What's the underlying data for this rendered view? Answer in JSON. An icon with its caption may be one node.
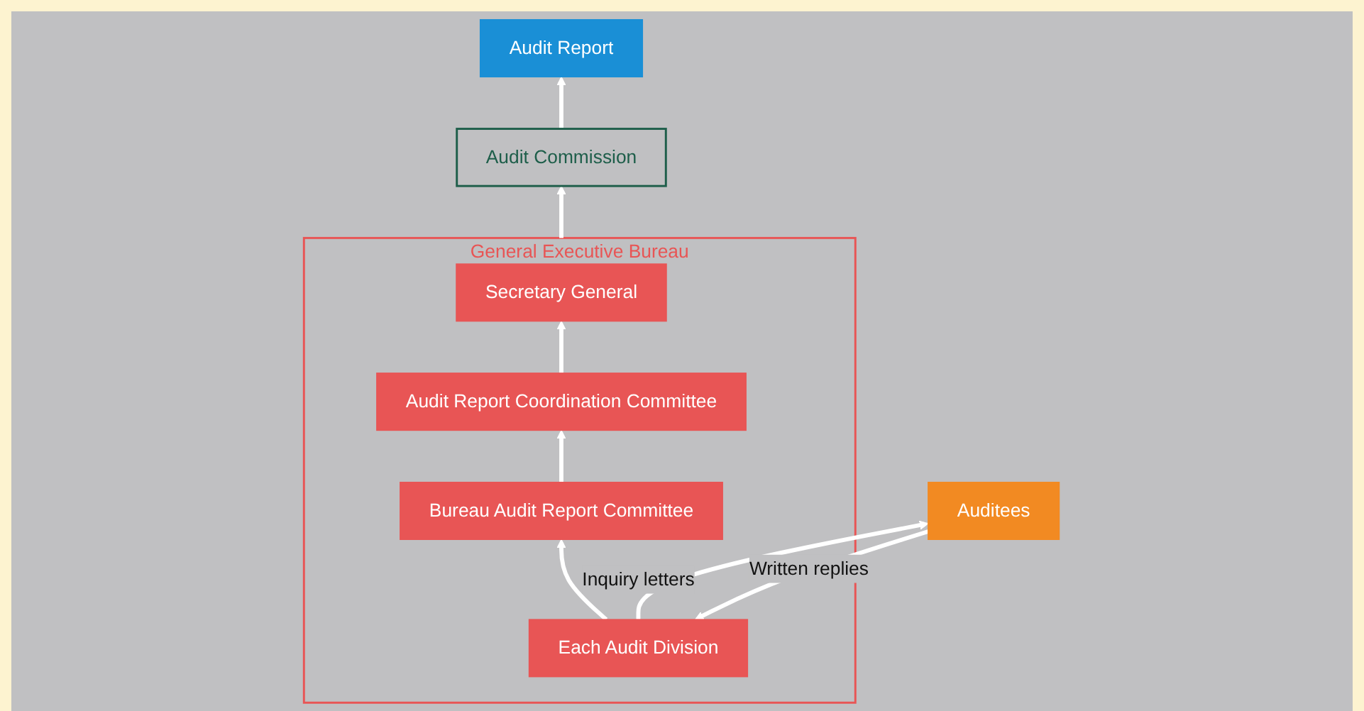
{
  "diagram": {
    "nodes": [
      {
        "text": [
          "Audit Report"
        ]
      },
      {
        "text": [
          "Audit Commission"
        ]
      },
      {
        "text": [
          "General Executive Bureau"
        ]
      },
      {
        "text": [
          "Secretary General"
        ],
        "in": 2
      },
      {
        "text": [
          "Audit Report Coordination Committee"
        ],
        "in": 2
      },
      {
        "text": [
          "Bureau Audit Report Committee"
        ],
        "in": 2
      },
      {
        "text": [
          "Each Audit Division"
        ],
        "in": 2
      },
      {
        "text": [
          "Auditees"
        ]
      }
    ],
    "edges": [
      {
        "from": 1,
        "to": 0,
        "arrow": "to"
      },
      {
        "from": 2,
        "to": 1,
        "arrow": "to"
      },
      {
        "from": 4,
        "to": 3,
        "arrow": "to"
      },
      {
        "from": 5,
        "to": 4,
        "arrow": "to"
      },
      {
        "from": 6,
        "to": 5,
        "arrow": "to"
      },
      {
        "from": 6,
        "to": 7,
        "label": "Inquiry letters",
        "arrow": "to"
      },
      {
        "from": 7,
        "to": 6,
        "label": "Written replies",
        "arrow": "to"
      }
    ]
  }
}
